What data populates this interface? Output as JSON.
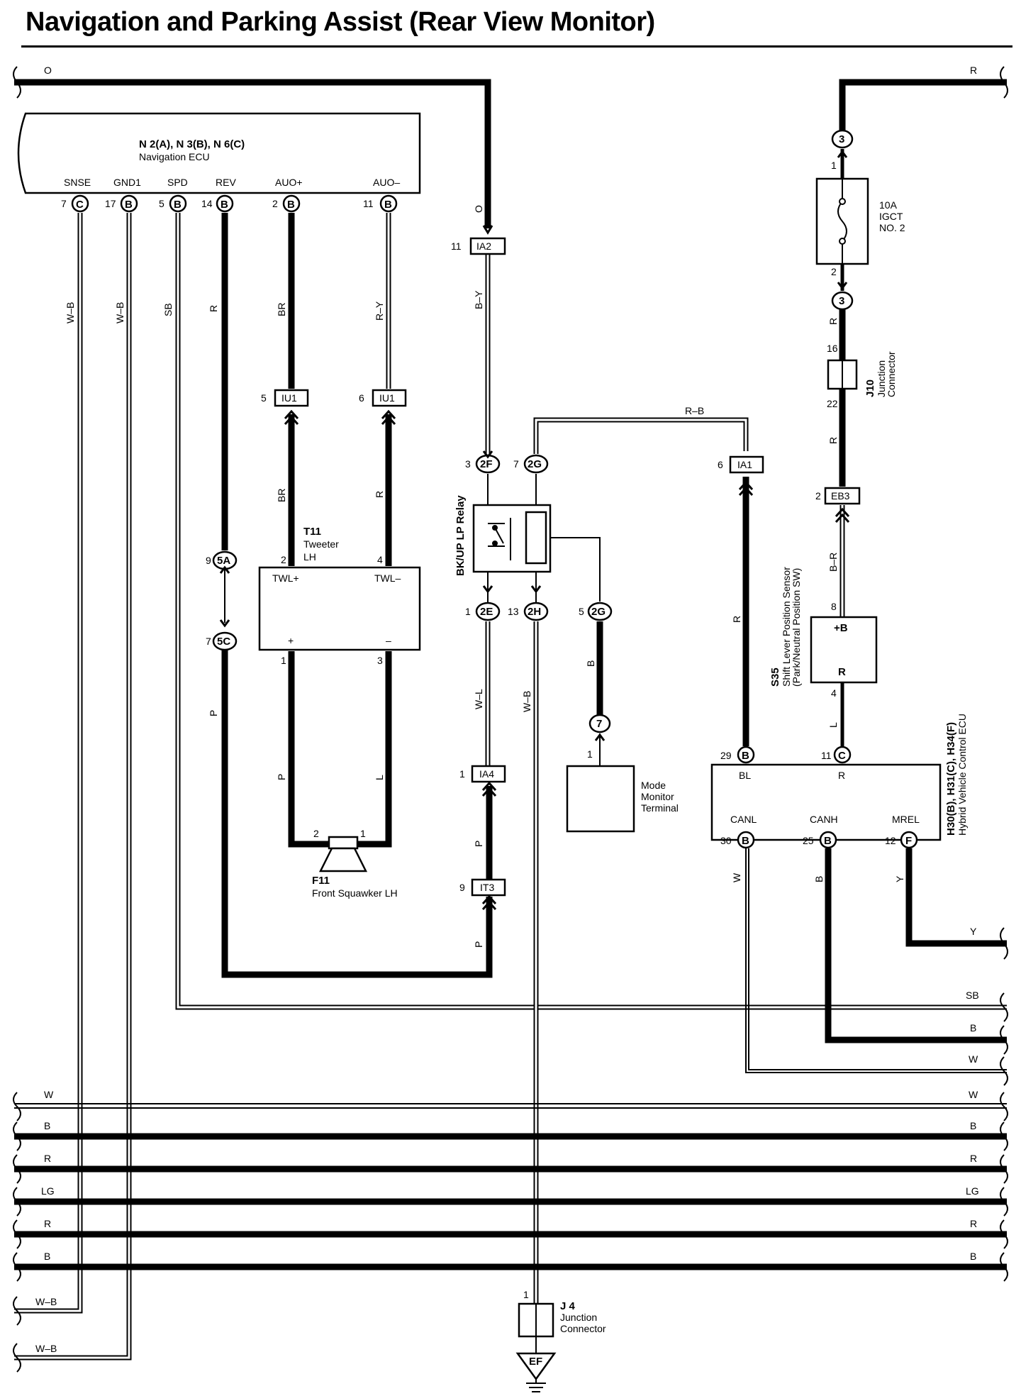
{
  "title": "Navigation and Parking Assist (Rear View Monitor)",
  "wire_colors": {
    "o": "O",
    "r": "R",
    "wb": "W–B",
    "sb": "SB",
    "br": "BR",
    "ry": "R–Y",
    "by": "B–Y",
    "rb": "R–B",
    "wl": "W–L",
    "p": "P",
    "l": "L",
    "b": "B",
    "w": "W",
    "y": "Y",
    "lg": "LG",
    "br2": "B–R"
  },
  "nav_ecu": {
    "header": "N 2(A), N 3(B), N 6(C)",
    "name": "Navigation ECU",
    "terminals": [
      {
        "label": "SNSE",
        "pin": "7",
        "conn": "C"
      },
      {
        "label": "GND1",
        "pin": "17",
        "conn": "B"
      },
      {
        "label": "SPD",
        "pin": "5",
        "conn": "B"
      },
      {
        "label": "REV",
        "pin": "14",
        "conn": "B"
      },
      {
        "label": "AUO+",
        "pin": "2",
        "conn": "B"
      },
      {
        "label": "AUO–",
        "pin": "11",
        "conn": "B"
      }
    ]
  },
  "tweeter": {
    "id": "T11",
    "name1": "Tweeter",
    "name2": "LH",
    "pin_pos": "2",
    "pin_neg": "4",
    "term_pos": "TWL+",
    "term_neg": "TWL–",
    "plus": "+",
    "minus": "–",
    "out1": "1",
    "out3": "3"
  },
  "squawker": {
    "id": "F11",
    "name": "Front Squawker LH",
    "pin2": "2",
    "pin1": "1"
  },
  "relay": {
    "name": "BK/UP LP Relay"
  },
  "fuse": {
    "rating": "10A",
    "name1": "IGCT",
    "name2": "NO. 2",
    "pin1": "1",
    "pin2": "2"
  },
  "j10": {
    "id": "J10",
    "name1": "Junction",
    "name2": "Connector",
    "pin16": "16",
    "pin22": "22"
  },
  "s35": {
    "id": "S35",
    "name1": "Shift Lever Position Sensor",
    "name2": "(Park/Neutral Position SW)",
    "term_b": "+B",
    "term_r": "R",
    "pin8": "8",
    "pin4": "4"
  },
  "hv_ecu": {
    "id": "H30(B), H31(C), H34(F)",
    "name": "Hybrid Vehicle Control ECU",
    "bl": "BL",
    "r": "R",
    "canl": "CANL",
    "canh": "CANH",
    "mrel": "MREL"
  },
  "mode_monitor": {
    "name1": "Mode",
    "name2": "Monitor",
    "name3": "Terminal",
    "pin": "1"
  },
  "j4": {
    "id": "J 4",
    "name1": "Junction",
    "name2": "Connector",
    "pin": "1"
  },
  "ground": "EF",
  "connectors": {
    "ia2": "IA2",
    "iu1": "IU1",
    "ia1": "IA1",
    "ia4": "IA4",
    "it3": "IT3",
    "eb3": "EB3",
    "c2f": "2F",
    "c2g": "2G",
    "c2e": "2E",
    "c2h": "2H",
    "c5a": "5A",
    "c5c": "5C",
    "c3": "3",
    "c7": "7",
    "b": "B",
    "c": "C",
    "f": "F"
  },
  "pins": {
    "p11": "11",
    "p5": "5",
    "p6": "6",
    "p3": "3",
    "p7": "7",
    "p9": "9",
    "p1": "1",
    "p13": "13",
    "p29": "29",
    "p30": "30",
    "p25": "25",
    "p12": "12",
    "p2": "2",
    "p4": "4",
    "p8": "8"
  }
}
